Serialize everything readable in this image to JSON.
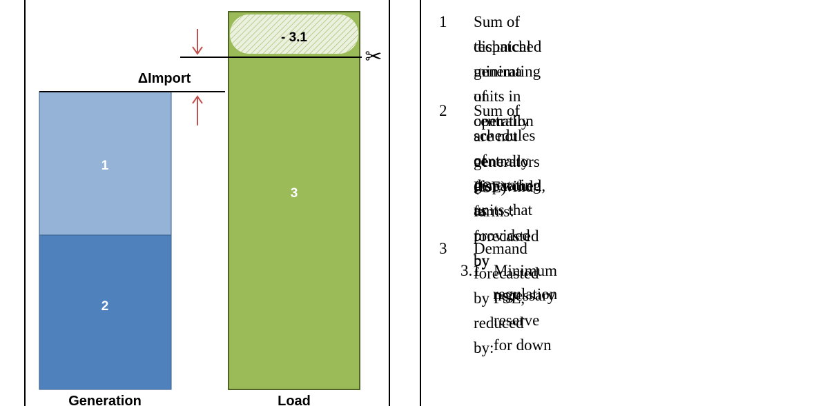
{
  "diagram": {
    "delta_import_label": "ΔImport",
    "generation_label": "Generation",
    "load_label": "Load",
    "block_1_label": "1",
    "block_2_label": "2",
    "block_3_label": "3",
    "block_3_1_label": "- 3.1",
    "cut_symbol": "✂"
  },
  "legend": {
    "items": [
      {
        "number": "1",
        "lines": [
          "Sum of technical minima of centrally",
          "dispatched generating units in operation"
        ]
      },
      {
        "number": "2",
        "lines": [
          "Sum of schedules of generating units that",
          "are not centrally dispatched, as provided by",
          "generators (for wind farms: forecasted by",
          "PSE)"
        ]
      },
      {
        "number": "3",
        "lines": [
          "Demand forecasted by PSE, reduced by:"
        ]
      }
    ],
    "subitem": {
      "number": "3.1",
      "lines": [
        "Minimum necessary reserve for down",
        "regulation"
      ]
    }
  },
  "colors": {
    "gen_1": "#95b3d7",
    "gen_2": "#4f81bd",
    "load": "#9bbb59",
    "load_border": "#4f6228",
    "arrow": "#c0504d",
    "hatch_bg": "#ebf1de"
  }
}
